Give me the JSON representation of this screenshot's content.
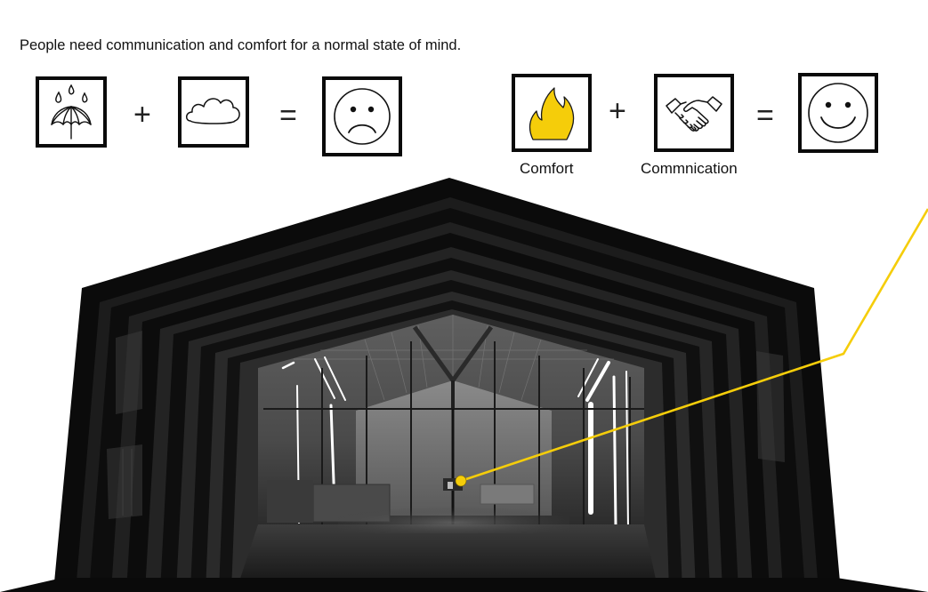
{
  "caption": "People need communication and comfort for a normal state of mind.",
  "equation_left": {
    "terms": [
      "rain-umbrella-icon",
      "cloud-icon"
    ],
    "operators": [
      "+",
      "="
    ],
    "result": "sad-face-icon"
  },
  "equation_right": {
    "terms": [
      "flame-icon",
      "handshake-icon"
    ],
    "operators": [
      "+",
      "="
    ],
    "result": "happy-face-icon",
    "labels": {
      "comfort": "Comfort",
      "communication": "Commnication"
    }
  },
  "colors": {
    "accent_yellow": "#f5cd0a",
    "frame_black": "#0a0a0a"
  }
}
